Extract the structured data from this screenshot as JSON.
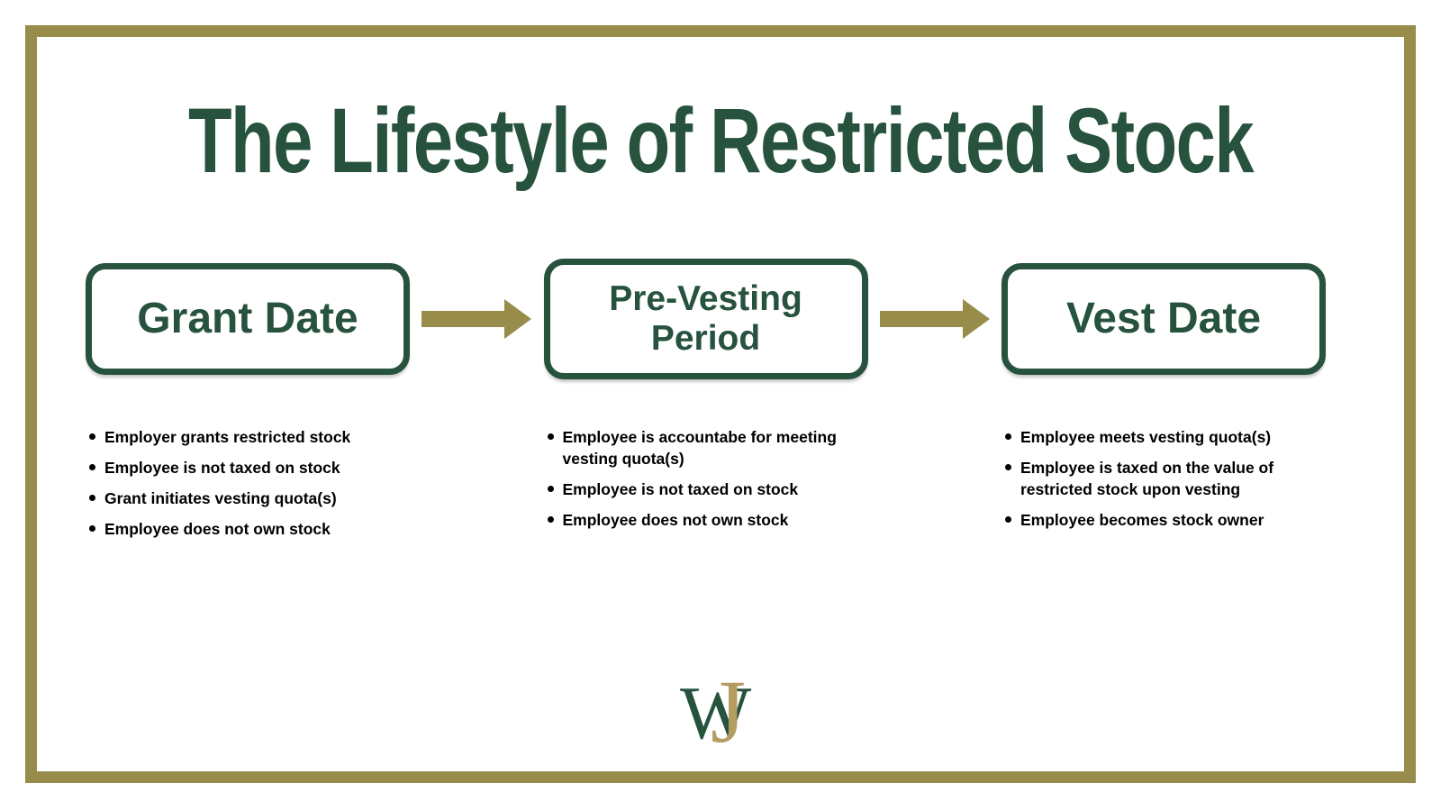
{
  "title": "The Lifestyle of Restricted Stock",
  "colors": {
    "green": "#26523E",
    "gold": "#988C4B",
    "logo_gold": "#B59C61",
    "bullet_text": "#000000",
    "page_background": "#FFFFFF"
  },
  "stages": [
    {
      "label": "Grant Date",
      "bullets": [
        "Employer grants restricted stock",
        "Employee is not taxed on stock",
        "Grant initiates vesting quota(s)",
        "Employee does not own stock"
      ]
    },
    {
      "label": "Pre-Vesting Period",
      "bullets": [
        "Employee is accountabe for meeting vesting quota(s)",
        "Employee is not taxed on stock",
        "Employee does not own stock"
      ]
    },
    {
      "label": "Vest Date",
      "bullets": [
        "Employee meets vesting quota(s)",
        "Employee is taxed on the value of restricted stock upon vesting",
        "Employee becomes stock owner"
      ]
    }
  ],
  "logo": {
    "w": "W",
    "j": "J"
  }
}
